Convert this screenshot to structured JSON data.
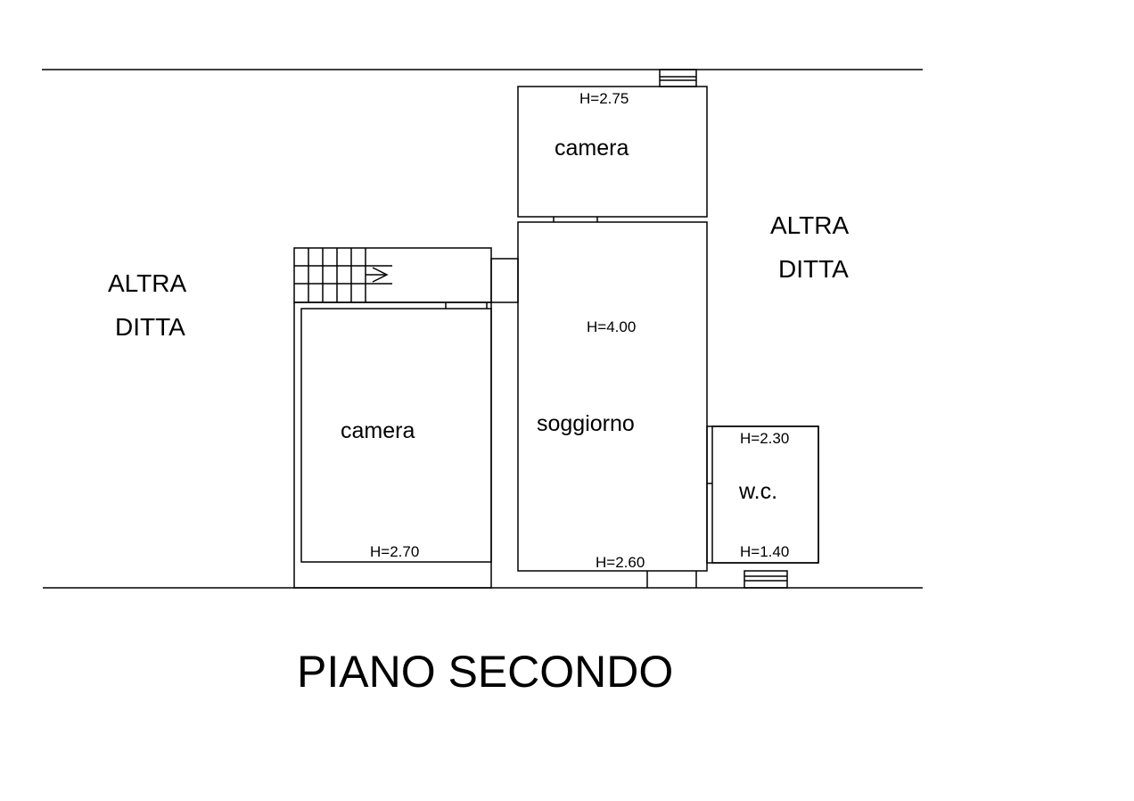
{
  "floor": {
    "title": "PIANO SECONDO"
  },
  "neighbors": {
    "left": {
      "line1": "ALTRA",
      "line2": "DITTA"
    },
    "right": {
      "line1": "ALTRA",
      "line2": "DITTA"
    }
  },
  "rooms": {
    "camera_top": {
      "name": "camera",
      "height": "H=2.75"
    },
    "camera_left": {
      "name": "camera",
      "height": "H=2.70"
    },
    "soggiorno": {
      "name": "soggiorno",
      "height_main": "H=4.00",
      "height_low": "H=2.60"
    },
    "wc": {
      "name": "w.c.",
      "height_top": "H=2.30",
      "height_bottom": "H=1.40"
    }
  }
}
